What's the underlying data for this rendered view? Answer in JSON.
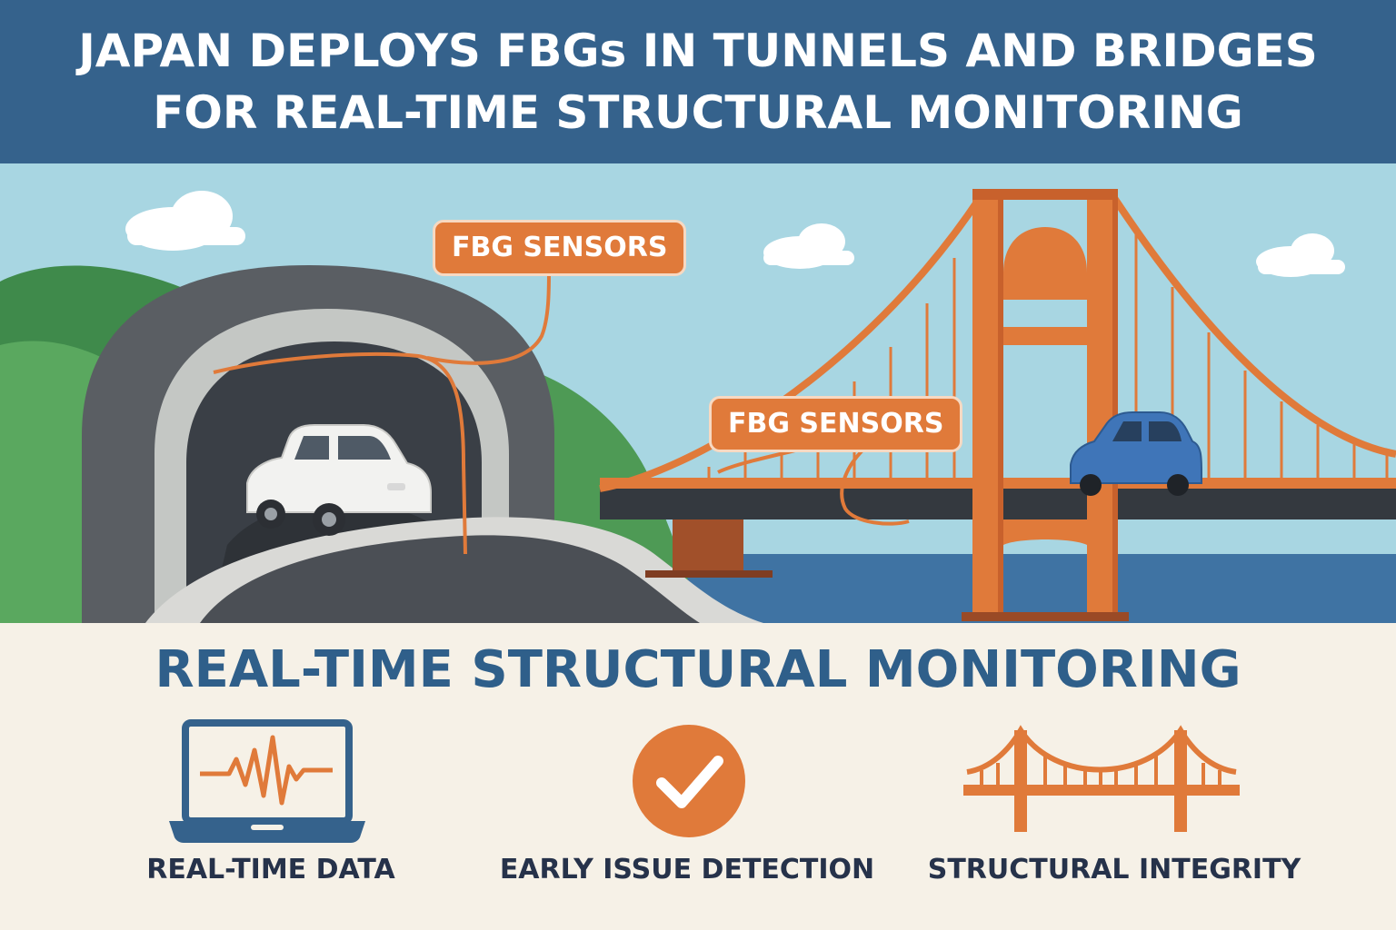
{
  "header": {
    "title_line1": "JAPAN DEPLOYS FBGs IN TUNNELS AND BRIDGES",
    "title_line2": "FOR REAL-TIME STRUCTURAL MONITORING"
  },
  "scene": {
    "callouts": [
      {
        "label": "FBG SENSORS"
      },
      {
        "label": "FBG SENSORS"
      }
    ]
  },
  "section": {
    "title": "REAL-TIME STRUCTURAL MONITORING",
    "features": [
      {
        "label": "REAL-TIME DATA",
        "icon": "laptop-waveform-icon"
      },
      {
        "label": "EARLY ISSUE DETECTION",
        "icon": "checkmark-circle-icon"
      },
      {
        "label": "STRUCTURAL INTEGRITY",
        "icon": "bridge-icon"
      }
    ]
  },
  "colors": {
    "header_blue": "#35628c",
    "accent_orange": "#e07a3a",
    "sky": "#a8d6e2",
    "water": "#3f73a3",
    "hill_green": "#4e9a55",
    "background_cream": "#f6f1e7"
  }
}
